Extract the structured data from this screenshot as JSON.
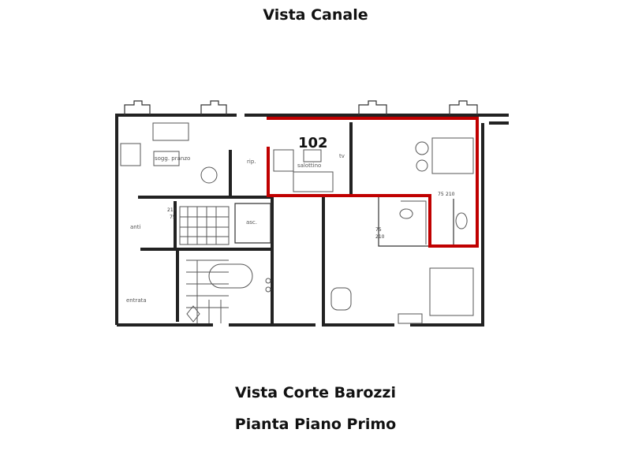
{
  "titles": {
    "top": "Vista Canale",
    "bottom": "Vista Corte Barozzi",
    "floor": "Pianta Piano Primo"
  },
  "unit": {
    "number": "102",
    "highlight_color": "#c00000"
  },
  "rooms": {
    "soggiorno": "sogg. pranzo",
    "ripostiglio": "rip.",
    "salottino": "salottino",
    "tv": "tv",
    "anti": "anti",
    "entrata": "entrata",
    "ascensore": "asc."
  },
  "dimensions": {
    "d1": "210",
    "d2": "75",
    "d3": "75",
    "d4": "210",
    "d5": "75",
    "d6": "210"
  }
}
